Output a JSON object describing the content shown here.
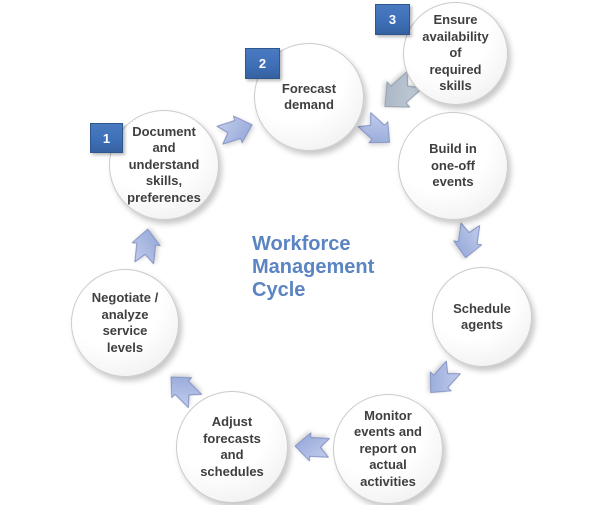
{
  "title": "Workforce\nManagement\nCycle",
  "steps": [
    {
      "id": "document",
      "badge": "1",
      "label": "Document\nand\nunderstand\nskills,\npreferences"
    },
    {
      "id": "forecast",
      "badge": "2",
      "label": "Forecast\ndemand"
    },
    {
      "id": "ensure",
      "badge": "3",
      "label": "Ensure\navailability\nof\nrequired\nskills"
    },
    {
      "id": "build",
      "label": "Build in\none-off\nevents"
    },
    {
      "id": "schedule",
      "label": "Schedule\nagents"
    },
    {
      "id": "monitor",
      "label": "Monitor\nevents and\nreport on\nactual\nactivities"
    },
    {
      "id": "adjust",
      "label": "Adjust\nforecasts\nand\nschedules"
    },
    {
      "id": "negotiate",
      "label": "Negotiate /\nanalyze\nservice\nlevels"
    }
  ],
  "colors": {
    "badge_blue": "#3E70B8",
    "title_blue": "#5B84C2",
    "arrow_blue_light": "#C6CFEE",
    "arrow_blue_dark": "#8EA3D6",
    "arrow_gray_light": "#C5CEDA",
    "arrow_gray_dark": "#A4B1C0",
    "circle_border": "#CBCBCB",
    "label_text": "#3F3F3F",
    "background": "#FFFFFF"
  }
}
